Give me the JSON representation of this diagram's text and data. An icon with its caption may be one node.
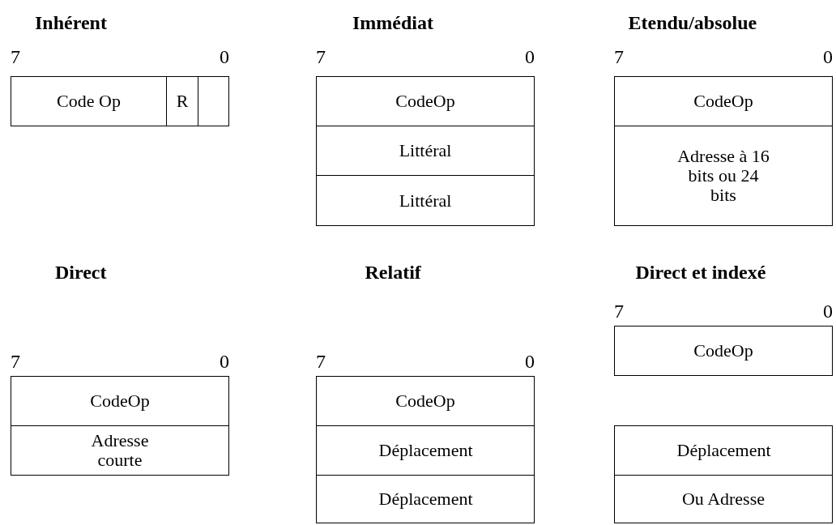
{
  "diagram": {
    "nodes": [
      {
        "text": [
          "Code Op"
        ]
      },
      {
        "text": [
          "R"
        ]
      },
      {
        "text": [],
        "shape": "box"
      },
      {
        "text": [
          "CodeOp"
        ]
      },
      {
        "text": [
          "Littéral"
        ]
      },
      {
        "text": [
          "Littéral"
        ]
      },
      {
        "text": [
          "CodeOp"
        ]
      },
      {
        "text": [
          "Adresse à 16 bits ou 24 bits"
        ]
      },
      {
        "text": [
          "CodeOp"
        ]
      },
      {
        "text": [
          "Adresse courte"
        ]
      },
      {
        "text": [
          "CodeOp"
        ]
      },
      {
        "text": [
          "Déplacement"
        ]
      },
      {
        "text": [
          "Déplacement"
        ]
      },
      {
        "text": [
          "CodeOp"
        ]
      },
      {
        "text": [
          "Déplacement"
        ]
      },
      {
        "text": [
          "Ou Adresse"
        ]
      }
    ],
    "edges": [],
    "labels": [
      "Inhérent",
      "Immédiat",
      "Etendu/absolue",
      "7",
      "0",
      "7",
      "0",
      "7",
      "0",
      "Direct",
      "Relatif",
      "Direct et indexé",
      "7",
      "0",
      "7",
      "0",
      "7",
      "0"
    ]
  }
}
